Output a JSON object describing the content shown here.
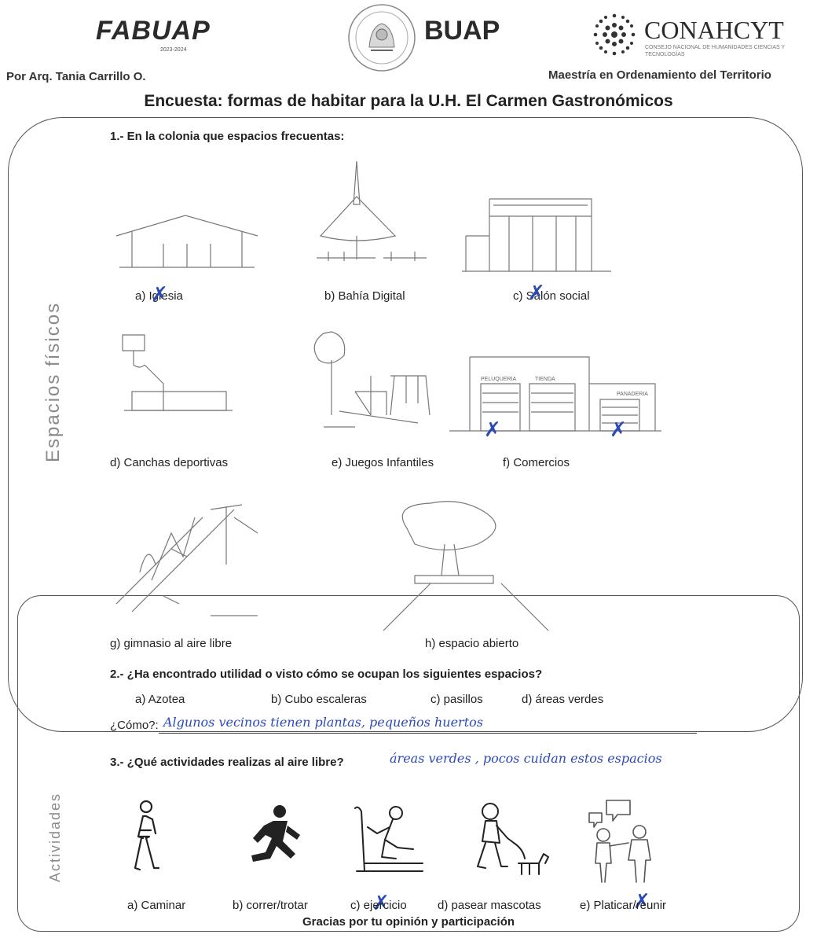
{
  "header": {
    "logo_left": "FABUAP",
    "logo_left_year": "2023-2024",
    "logo_center": "BUAP",
    "logo_right": "CONAHCYT",
    "logo_right_sub": "CONSEJO NACIONAL DE HUMANIDADES CIENCIAS Y TECNOLOGÍAS",
    "author": "Por Arq. Tania Carrillo O.",
    "program": "Maestría en Ordenamiento del Territorio"
  },
  "title": "Encuesta: formas de habitar para la U.H. El Carmen Gastronómicos",
  "section1": {
    "side_label": "Espacios físicos",
    "question": "1.- En la colonia que espacios frecuentas:",
    "options": [
      "a) Iglesia",
      "b) Bahía Digital",
      "c) Salón social",
      "d) Canchas deportivas",
      "e) Juegos Infantiles",
      "f) Comercios",
      "g) gimnasio al aire libre",
      "h) espacio abierto"
    ],
    "shop_signs": [
      "PELUQUERIA",
      "TIENDA",
      "PANADERIA"
    ]
  },
  "question2": {
    "label": "2.- ¿Ha encontrado utilidad o visto cómo se ocupan los siguientes espacios?",
    "options": [
      "a)  Azotea",
      "b) Cubo escaleras",
      "c) pasillos",
      "d) áreas verdes"
    ],
    "how_label": "¿Cómo?:",
    "answer": "Algunos vecinos tienen plantas, pequeños huertos"
  },
  "section2": {
    "side_label": "Actividades",
    "question": "3.- ¿Qué actividades realizas al aire libre?",
    "answer": "áreas verdes , pocos cuidan estos espacios",
    "options": [
      "a)  Caminar",
      "b) correr/trotar",
      "c) ejercicio",
      "d) pasear mascotas",
      "e) Platicar/reunir"
    ],
    "icons": [
      "walking-person-icon",
      "running-person-icon",
      "treadmill-exercise-icon",
      "dog-walking-icon",
      "people-chatting-icon"
    ]
  },
  "footer": "Gracias por tu opinión y participación",
  "colors": {
    "ink": "#2c49b8",
    "frame": "#555555",
    "side_label": "#8a8a8a"
  }
}
